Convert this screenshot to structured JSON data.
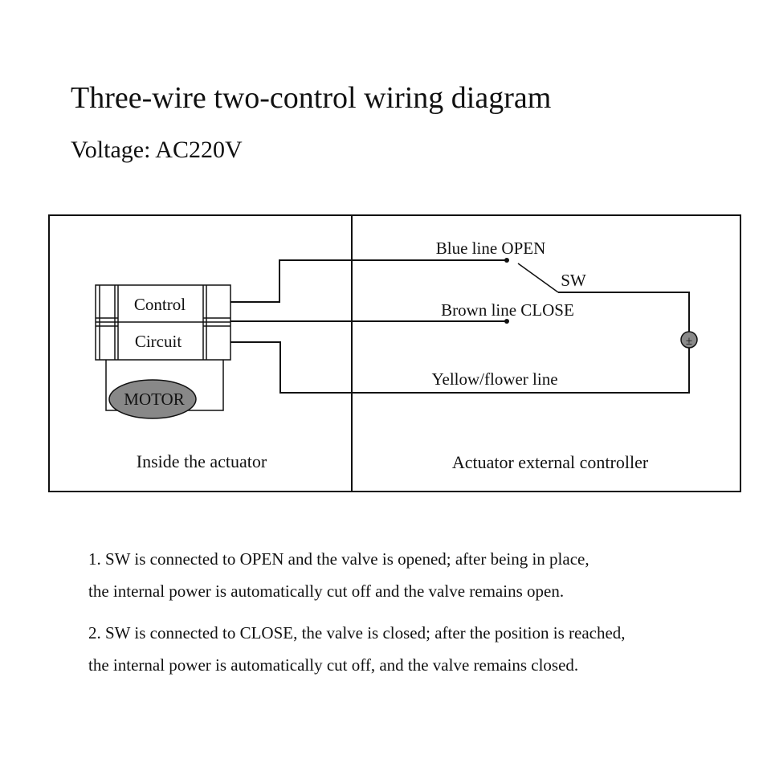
{
  "header": {
    "title": "Three-wire two-control wiring diagram",
    "subtitle": "Voltage: AC220V"
  },
  "diagram": {
    "actuator_panel": {
      "control_label": "Control",
      "circuit_label": "Circuit",
      "motor_label": "MOTOR",
      "caption": "Inside the actuator"
    },
    "controller_panel": {
      "blue_line_label": "Blue line OPEN",
      "brown_line_label": "Brown line CLOSE",
      "yellow_line_label": "Yellow/flower line",
      "switch_label": "SW",
      "power_symbol": "±",
      "caption": "Actuator external controller"
    },
    "colors": {
      "line": "#111111",
      "motor_fill": "#888888",
      "power_fill": "#8a8a8a"
    }
  },
  "notes": [
    {
      "line1": "1. SW is connected to OPEN and the valve is opened; after being in place,",
      "line2": "the internal power is automatically cut off and the valve remains open."
    },
    {
      "line1": "2. SW is connected to CLOSE, the valve is closed; after the position is reached,",
      "line2": "the internal power is automatically cut off, and the valve remains closed."
    }
  ]
}
